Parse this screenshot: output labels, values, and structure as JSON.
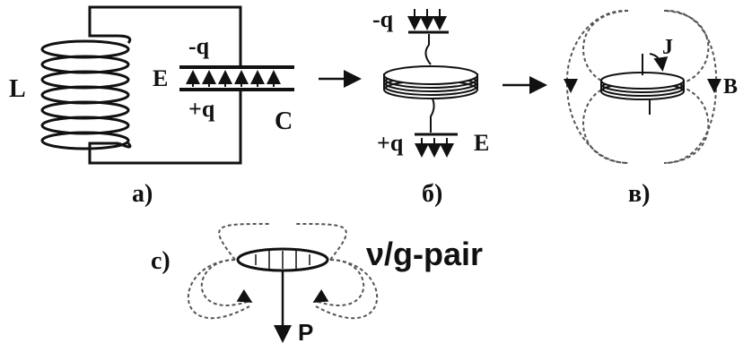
{
  "panel_a": {
    "inductor_label": "L",
    "field_label": "E",
    "top_charge": "-q",
    "bottom_charge": "+q",
    "capacitor_label": "C",
    "caption": "a)"
  },
  "panel_b": {
    "top_charge": "-q",
    "bottom_charge": "+q",
    "field_label": "E",
    "caption": "б)"
  },
  "panel_v": {
    "current_label": "J",
    "field_label": "B",
    "caption": "в)"
  },
  "panel_c": {
    "caption": "c)",
    "pair_label": "ν/g-pair",
    "moment_label": "P"
  }
}
